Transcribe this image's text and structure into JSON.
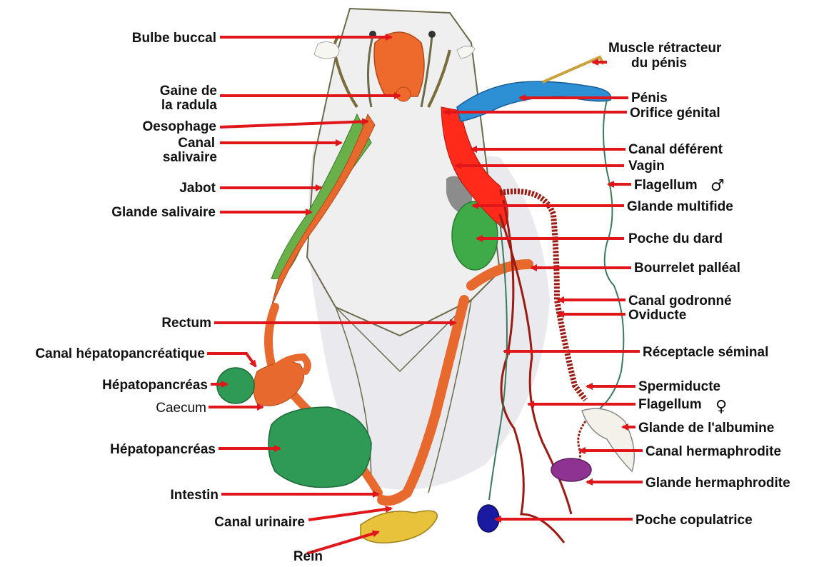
{
  "diagram": {
    "colors": {
      "arrow": "#e0161b",
      "body_outline": "#6b6b4a",
      "foot": "#e9e9ee",
      "buccal": "#ee6a2c",
      "digestive": "#e8692e",
      "salivary_gland": "#69b04a",
      "hepatopancreas": "#2f9a55",
      "genital_red": "#ff2a1a",
      "penis": "#2d8fd4",
      "dart_sac": "#3faa48",
      "dark_red_duct": "#9c1a12",
      "albumin_gland": "#f4f1ea",
      "hermaphrodite_gland": "#8e3391",
      "copulatory_pouch": "#1a1aa0",
      "kidney": "#e8c23a",
      "flagellum": "#3a7a5c"
    },
    "labels_left": [
      {
        "id": "bulbe-buccal",
        "text": "Bulbe buccal"
      },
      {
        "id": "gaine-radula-1",
        "text": "Gaine de"
      },
      {
        "id": "gaine-radula-2",
        "text": "la radula"
      },
      {
        "id": "oesophage",
        "text": "Oesophage"
      },
      {
        "id": "canal-salivaire-1",
        "text": "Canal"
      },
      {
        "id": "canal-salivaire-2",
        "text": "salivaire"
      },
      {
        "id": "jabot",
        "text": "Jabot"
      },
      {
        "id": "glande-salivaire",
        "text": "Glande salivaire"
      },
      {
        "id": "rectum",
        "text": "Rectum"
      },
      {
        "id": "canal-hepato",
        "text": "Canal hépatopancréatique"
      },
      {
        "id": "hepatopancreas-1",
        "text": "Hépatopancréas"
      },
      {
        "id": "caecum",
        "text": "Caecum"
      },
      {
        "id": "hepatopancreas-2",
        "text": "Hépatopancréas"
      },
      {
        "id": "intestin",
        "text": "Intestin"
      },
      {
        "id": "canal-urinaire",
        "text": "Canal urinaire"
      },
      {
        "id": "rein",
        "text": "Rein"
      }
    ],
    "labels_right": [
      {
        "id": "muscle-retracteur-1",
        "text": "Muscle rétracteur"
      },
      {
        "id": "muscle-retracteur-2",
        "text": "du pénis"
      },
      {
        "id": "penis",
        "text": "Pénis"
      },
      {
        "id": "orifice-genital",
        "text": "Orifice génital"
      },
      {
        "id": "canal-deferent",
        "text": "Canal déférent"
      },
      {
        "id": "vagin",
        "text": "Vagin"
      },
      {
        "id": "flagellum-male",
        "text": "Flagellum"
      },
      {
        "id": "glande-multifide",
        "text": "Glande multifide"
      },
      {
        "id": "poche-dard",
        "text": "Poche du dard"
      },
      {
        "id": "bourrelet-palleal",
        "text": "Bourrelet palléal"
      },
      {
        "id": "canal-godronne",
        "text": "Canal godronné"
      },
      {
        "id": "oviducte",
        "text": "Oviducte"
      },
      {
        "id": "receptacle-seminal",
        "text": "Réceptacle séminal"
      },
      {
        "id": "spermiducte",
        "text": "Spermiducte"
      },
      {
        "id": "flagellum-female",
        "text": "Flagellum"
      },
      {
        "id": "glande-albumine",
        "text": "Glande de l'albumine"
      },
      {
        "id": "canal-hermaphrodite",
        "text": "Canal hermaphrodite"
      },
      {
        "id": "glande-hermaphrodite",
        "text": "Glande hermaphrodite"
      },
      {
        "id": "poche-copulatrice",
        "text": "Poche copulatrice"
      }
    ],
    "symbols": {
      "male": "♂",
      "female": "♀"
    }
  }
}
